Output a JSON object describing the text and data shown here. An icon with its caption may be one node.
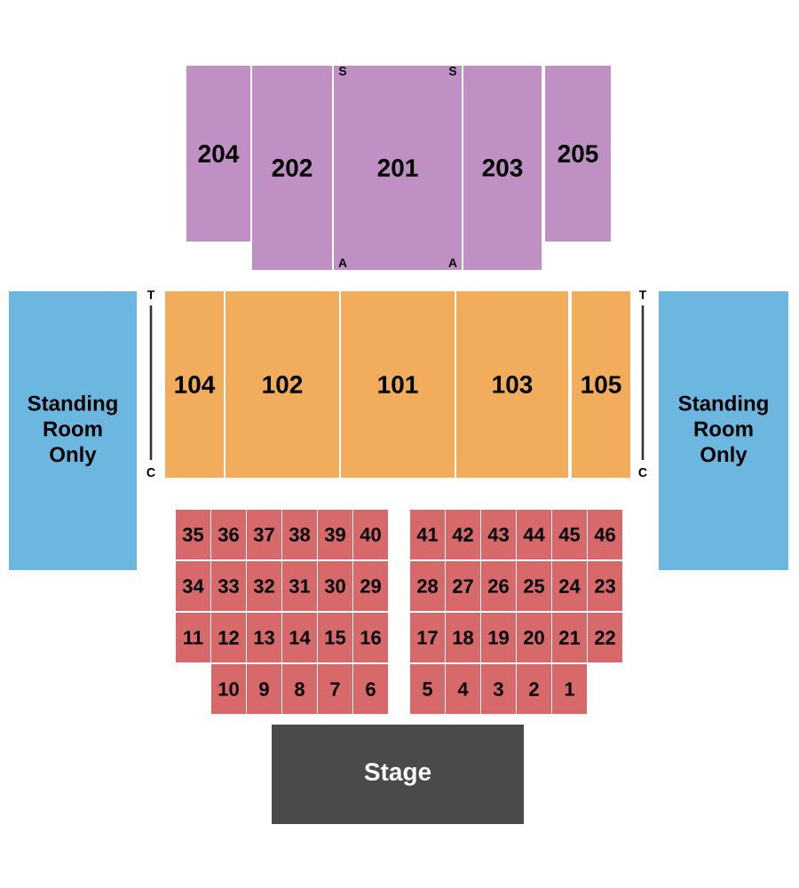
{
  "diagram": {
    "nodes": [
      {
        "text": [
          "204"
        ]
      },
      {
        "text": [
          "202"
        ]
      },
      {
        "text": [
          "201"
        ]
      },
      {
        "text": [
          "203"
        ]
      },
      {
        "text": [
          "205"
        ]
      },
      {
        "text": [
          "Standing Room Only"
        ]
      },
      {
        "text": [
          "104"
        ]
      },
      {
        "text": [
          "102"
        ]
      },
      {
        "text": [
          "101"
        ]
      },
      {
        "text": [
          "103"
        ]
      },
      {
        "text": [
          "105"
        ]
      },
      {
        "text": [
          "Standing Room Only"
        ]
      },
      {
        "text": [
          "35"
        ]
      },
      {
        "text": [
          "36"
        ]
      },
      {
        "text": [
          "37"
        ]
      },
      {
        "text": [
          "38"
        ]
      },
      {
        "text": [
          "39"
        ]
      },
      {
        "text": [
          "40"
        ]
      },
      {
        "text": [
          "41"
        ]
      },
      {
        "text": [
          "42"
        ]
      },
      {
        "text": [
          "43"
        ]
      },
      {
        "text": [
          "44"
        ]
      },
      {
        "text": [
          "45"
        ]
      },
      {
        "text": [
          "46"
        ]
      },
      {
        "text": [
          "34"
        ]
      },
      {
        "text": [
          "33"
        ]
      },
      {
        "text": [
          "32"
        ]
      },
      {
        "text": [
          "31"
        ]
      },
      {
        "text": [
          "30"
        ]
      },
      {
        "text": [
          "29"
        ]
      },
      {
        "text": [
          "28"
        ]
      },
      {
        "text": [
          "27"
        ]
      },
      {
        "text": [
          "26"
        ]
      },
      {
        "text": [
          "25"
        ]
      },
      {
        "text": [
          "24"
        ]
      },
      {
        "text": [
          "23"
        ]
      },
      {
        "text": [
          "11"
        ]
      },
      {
        "text": [
          "12"
        ]
      },
      {
        "text": [
          "13"
        ]
      },
      {
        "text": [
          "14"
        ]
      },
      {
        "text": [
          "15"
        ]
      },
      {
        "text": [
          "16"
        ]
      },
      {
        "text": [
          "17"
        ]
      },
      {
        "text": [
          "18"
        ]
      },
      {
        "text": [
          "19"
        ]
      },
      {
        "text": [
          "20"
        ]
      },
      {
        "text": [
          "21"
        ]
      },
      {
        "text": [
          "22"
        ]
      },
      {
        "text": [
          "10"
        ]
      },
      {
        "text": [
          "9"
        ]
      },
      {
        "text": [
          "8"
        ]
      },
      {
        "text": [
          "7"
        ]
      },
      {
        "text": [
          "6"
        ]
      },
      {
        "text": [
          "5"
        ]
      },
      {
        "text": [
          "4"
        ]
      },
      {
        "text": [
          "3"
        ]
      },
      {
        "text": [
          "2"
        ]
      },
      {
        "text": [
          "1"
        ]
      },
      {
        "text": [
          "Stage"
        ]
      }
    ],
    "labels": [
      "S",
      "S",
      "A",
      "A",
      "T",
      "T",
      "C",
      "C"
    ]
  }
}
